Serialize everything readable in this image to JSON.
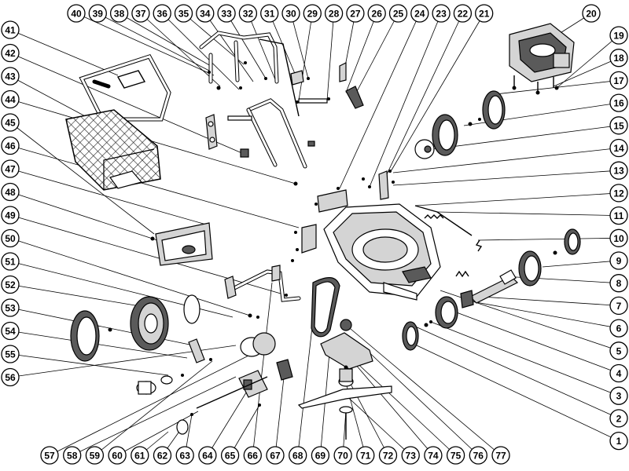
{
  "callouts": {
    "top": [
      "40",
      "39",
      "38",
      "37",
      "36",
      "35",
      "34",
      "33",
      "32",
      "31",
      "30",
      "29",
      "28",
      "27",
      "26",
      "25",
      "24",
      "23",
      "22",
      "21"
    ],
    "top_right": "20",
    "right": [
      "19",
      "18",
      "17",
      "16",
      "15",
      "14",
      "13",
      "12",
      "11",
      "10",
      "9",
      "8",
      "7",
      "6",
      "5",
      "4",
      "3",
      "2",
      "1"
    ],
    "left": [
      "41",
      "42",
      "43",
      "44",
      "45",
      "46",
      "47",
      "48",
      "49",
      "50",
      "51",
      "52",
      "53",
      "54",
      "55",
      "56"
    ],
    "bottom": [
      "57",
      "58",
      "59",
      "60",
      "61",
      "62",
      "63",
      "64",
      "65",
      "66",
      "67",
      "68",
      "69",
      "70",
      "71",
      "72",
      "73",
      "74",
      "75",
      "76",
      "77"
    ]
  },
  "parts": [
    {
      "id": "grass-bag-frame",
      "callout": "41"
    },
    {
      "id": "grass-bag",
      "callout": "43"
    },
    {
      "id": "handle-upper",
      "callout": "33"
    },
    {
      "id": "handle-lower",
      "callout": "28"
    },
    {
      "id": "engine",
      "callout": "20"
    },
    {
      "id": "mower-deck",
      "callout": "23"
    },
    {
      "id": "rear-wheel",
      "callout": "52"
    },
    {
      "id": "front-wheel",
      "callout": "9"
    },
    {
      "id": "blade",
      "callout": "73"
    },
    {
      "id": "drive-belt",
      "callout": "68"
    },
    {
      "id": "gearbox",
      "callout": "64"
    },
    {
      "id": "rear-flap",
      "callout": "48"
    }
  ]
}
